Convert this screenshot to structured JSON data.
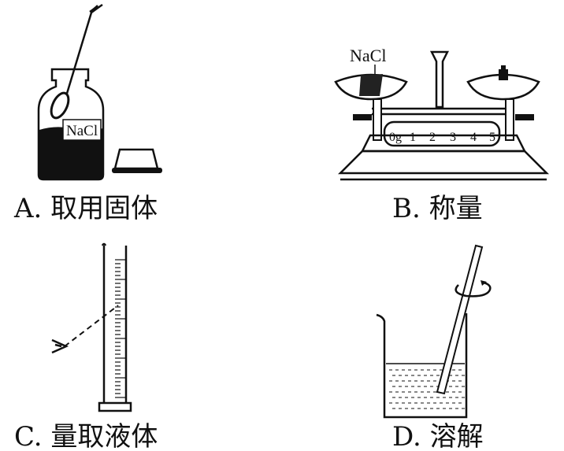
{
  "panels": {
    "a": {
      "label": "A. 取用固体",
      "jar_label": "NaCl"
    },
    "b": {
      "label": "B. 称量",
      "substance": "NaCl",
      "scale_ticks": [
        "0g",
        "1",
        "2",
        "3",
        "4",
        "5"
      ]
    },
    "c": {
      "label": "C. 量取液体"
    },
    "d": {
      "label": "D. 溶解"
    }
  },
  "colors": {
    "ink": "#111111",
    "background": "#ffffff"
  }
}
